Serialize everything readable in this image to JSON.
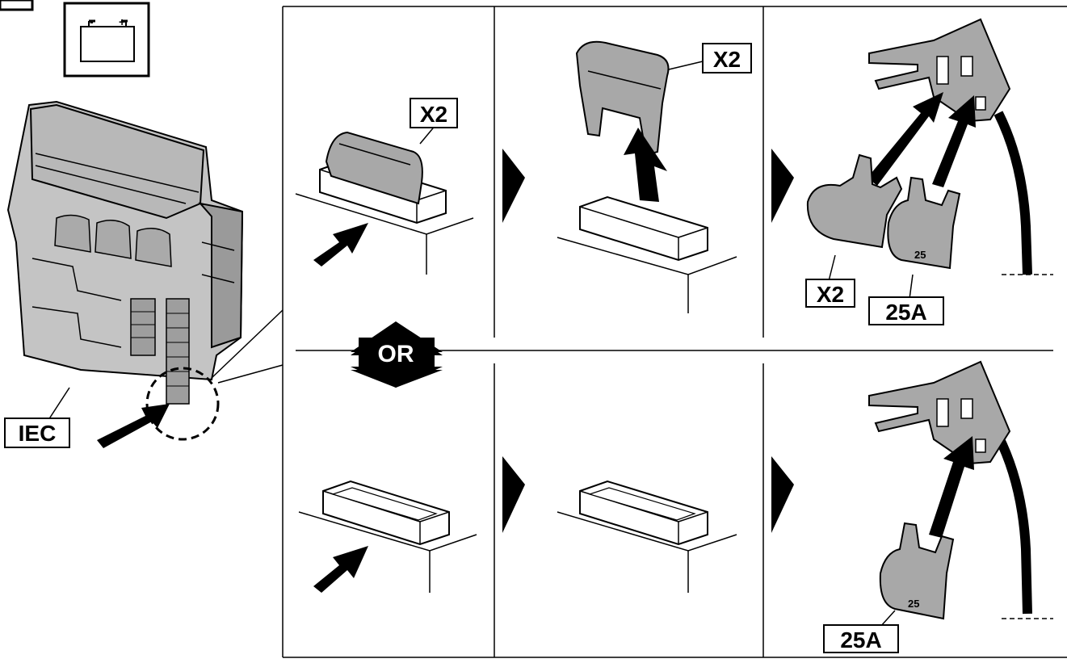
{
  "labels": {
    "x2_top_left": "X2",
    "x2_top_mid": "X2",
    "x2_top_right": "X2",
    "amp_top": "25A",
    "amp_bottom": "25A",
    "fuse_top_marking": "25",
    "fuse_bottom_marking": "25",
    "iec": "IEC",
    "or": "OR"
  },
  "icons": {
    "battery": "battery-icon",
    "battery_minus": "-",
    "battery_plus": "+"
  },
  "colors": {
    "fuse_gray": "#a8a8a8",
    "fuse_dark": "#7a7a7a",
    "box_gray": "#c4c4c4",
    "box_dark": "#8e8e8e",
    "ink": "#000000",
    "paper": "#ffffff"
  }
}
